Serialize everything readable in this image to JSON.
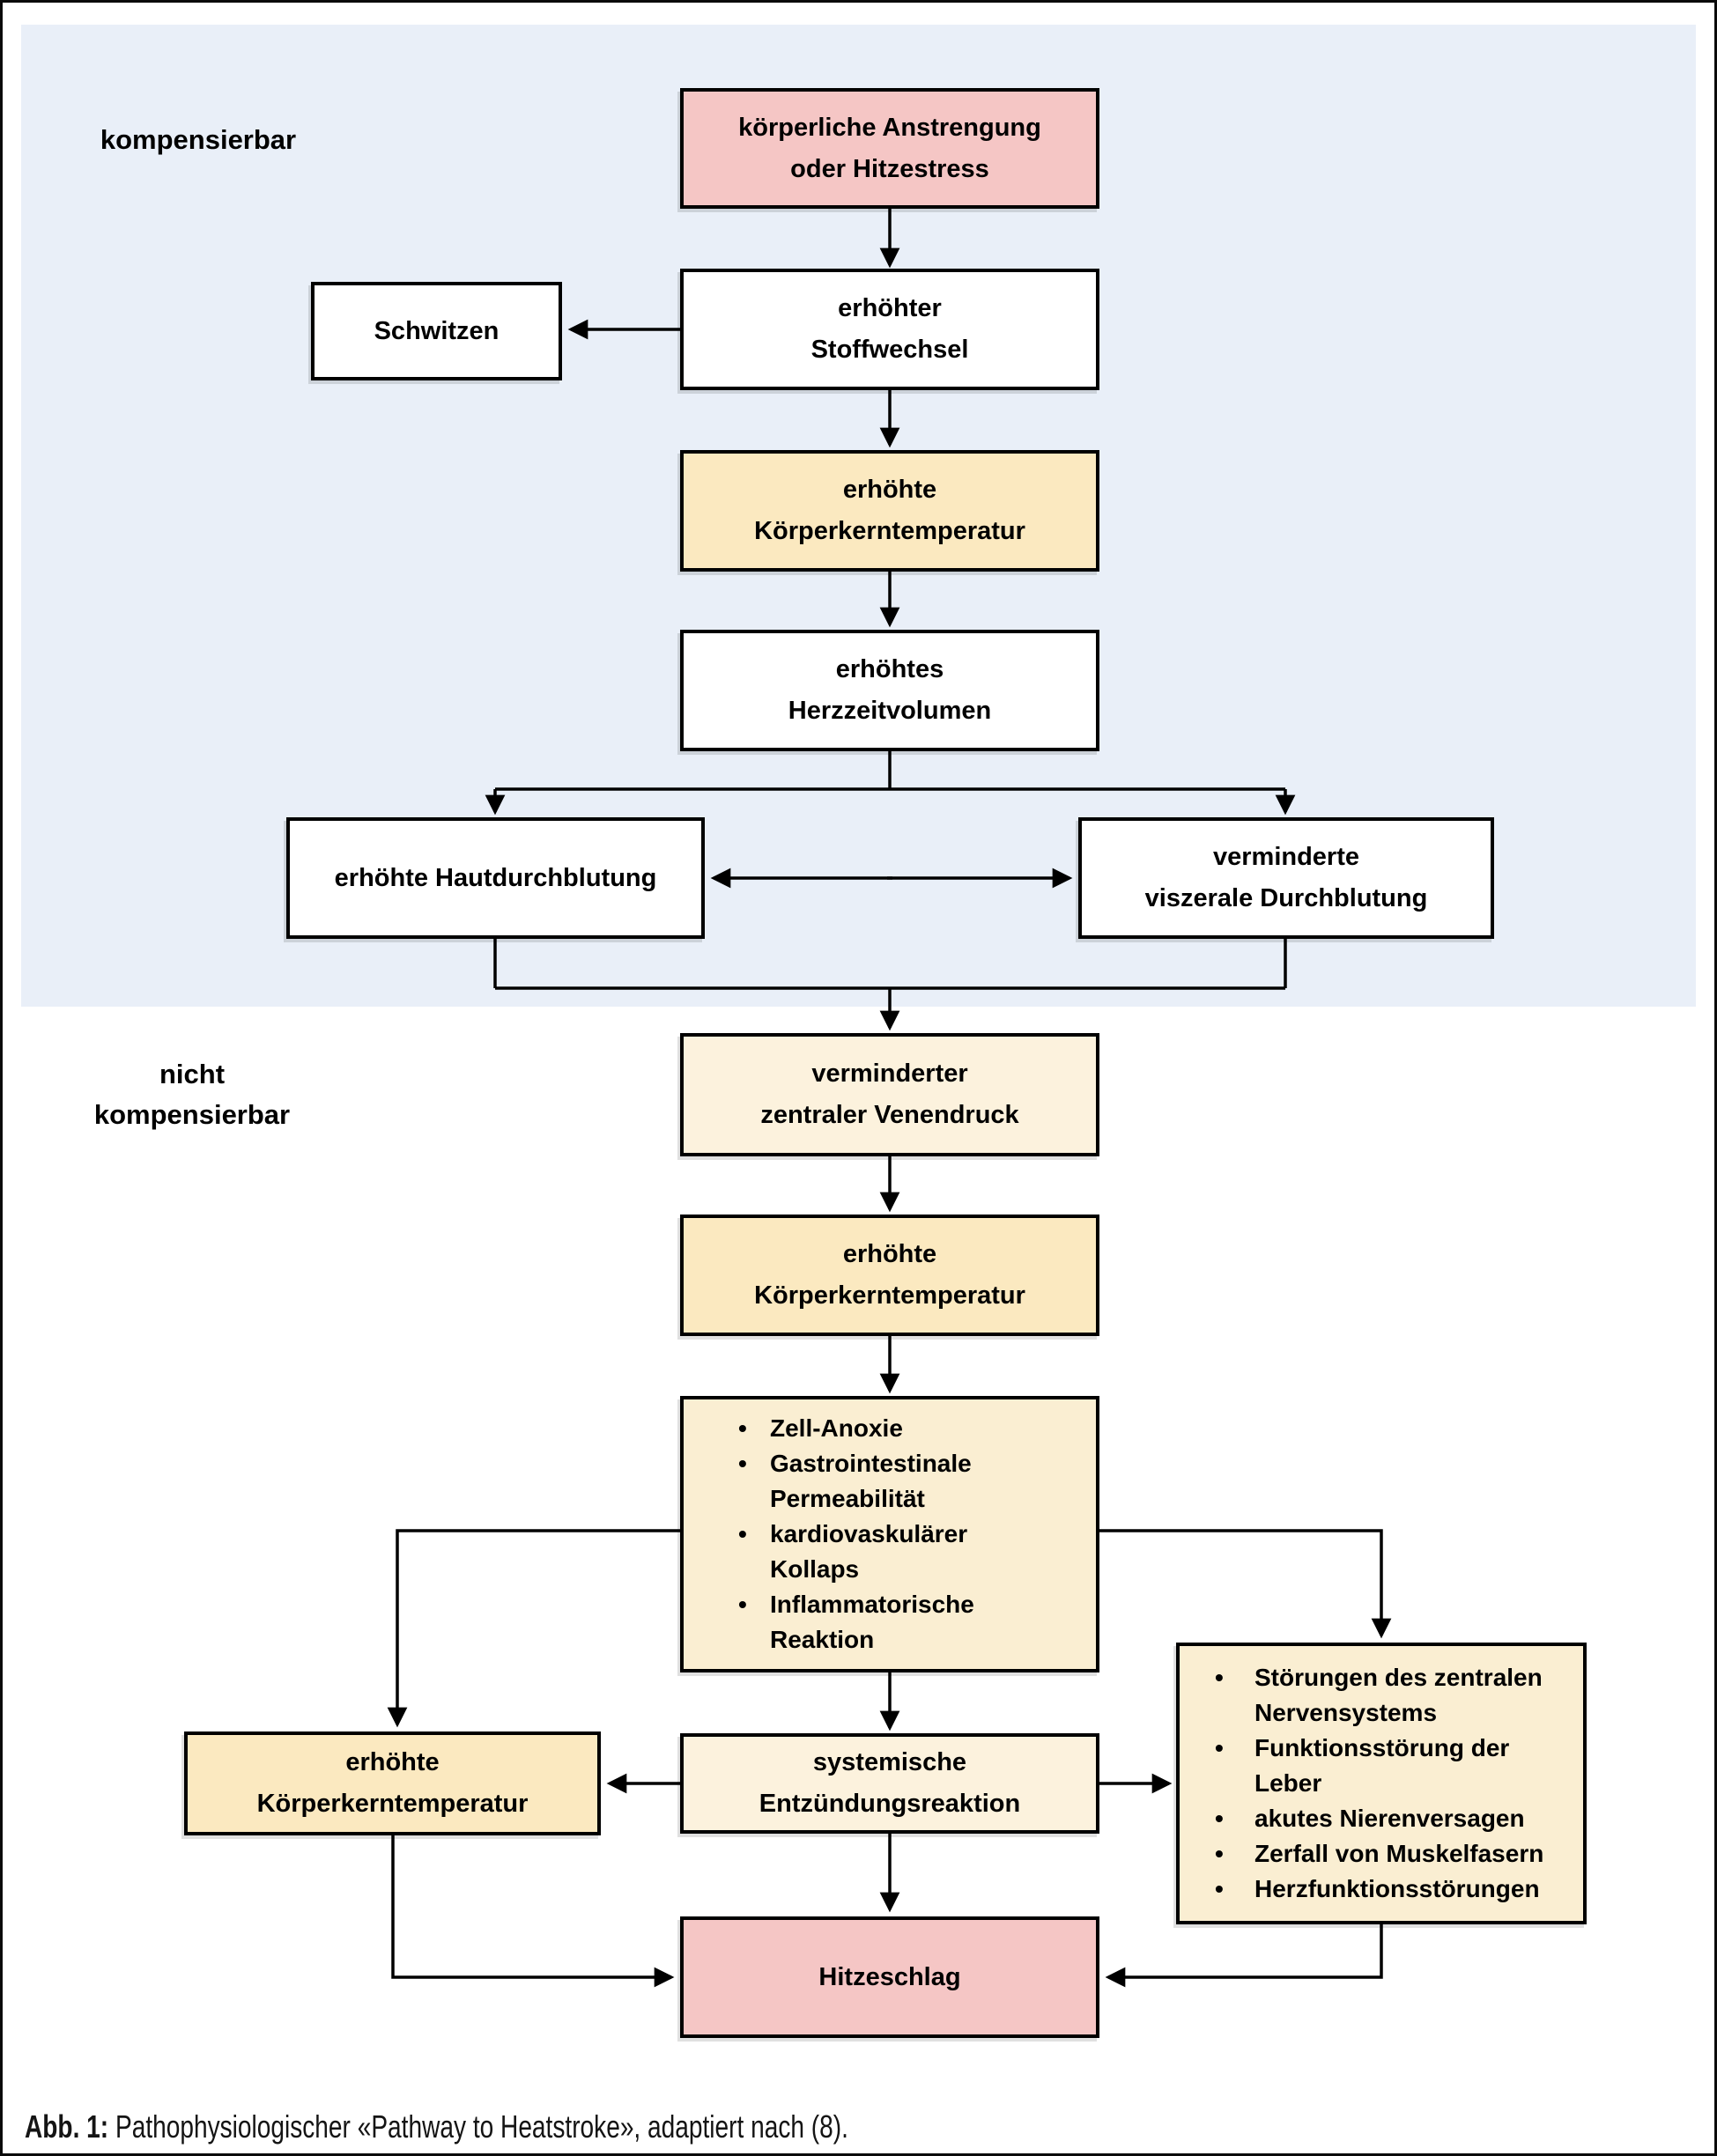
{
  "labels": {
    "region_top": "kompensierbar",
    "region_bottom": "nicht\nkompensierbar"
  },
  "nodes": {
    "exertion": "körperliche Anstrengung\noder Hitzestress",
    "metabolism": "erhöhter\nStoffwechsel",
    "sweating": "Schwitzen",
    "core_temp_1": "erhöhte\nKörperkerntemperatur",
    "cardiac_output": "erhöhtes\nHerzzeitvolumen",
    "skin_perfusion": "erhöhte Hautdurchblutung",
    "visceral_perfusion": "verminderte\nviszerale Durchblutung",
    "venous_pressure": "verminderter\nzentraler Venendruck",
    "core_temp_2": "erhöhte\nKörperkerntemperatur",
    "core_temp_3": "erhöhte\nKörperkerntemperatur",
    "systemic_inflammation": "systemische\nEntzündungsreaktion",
    "heatstroke": "Hitzeschlag"
  },
  "lists": {
    "cell_consequences": [
      "Zell-Anoxie",
      "Gastrointestinale\nPermeabilität",
      "kardiovaskulärer\nKollaps",
      "Inflammatorische\nReaktion"
    ],
    "organ_damage": [
      "Störungen des zentralen\nNervensystems",
      "Funktionsstörung der\nLeber",
      "akutes Nierenversagen",
      "Zerfall von Muskelfasern",
      "Herzfunktionsstörungen"
    ]
  },
  "caption": {
    "label": "Abb. 1:",
    "text": "Pathophysiologischer «Pathway to Heatstroke», adaptiert nach (8)."
  },
  "colors": {
    "pink": "#F5C6C5",
    "yellow": "#FBE9C0",
    "cream": "#FCF2DD",
    "cream2": "#FAEED2",
    "region_blue": "#E9EFF8",
    "line": "#000000"
  }
}
